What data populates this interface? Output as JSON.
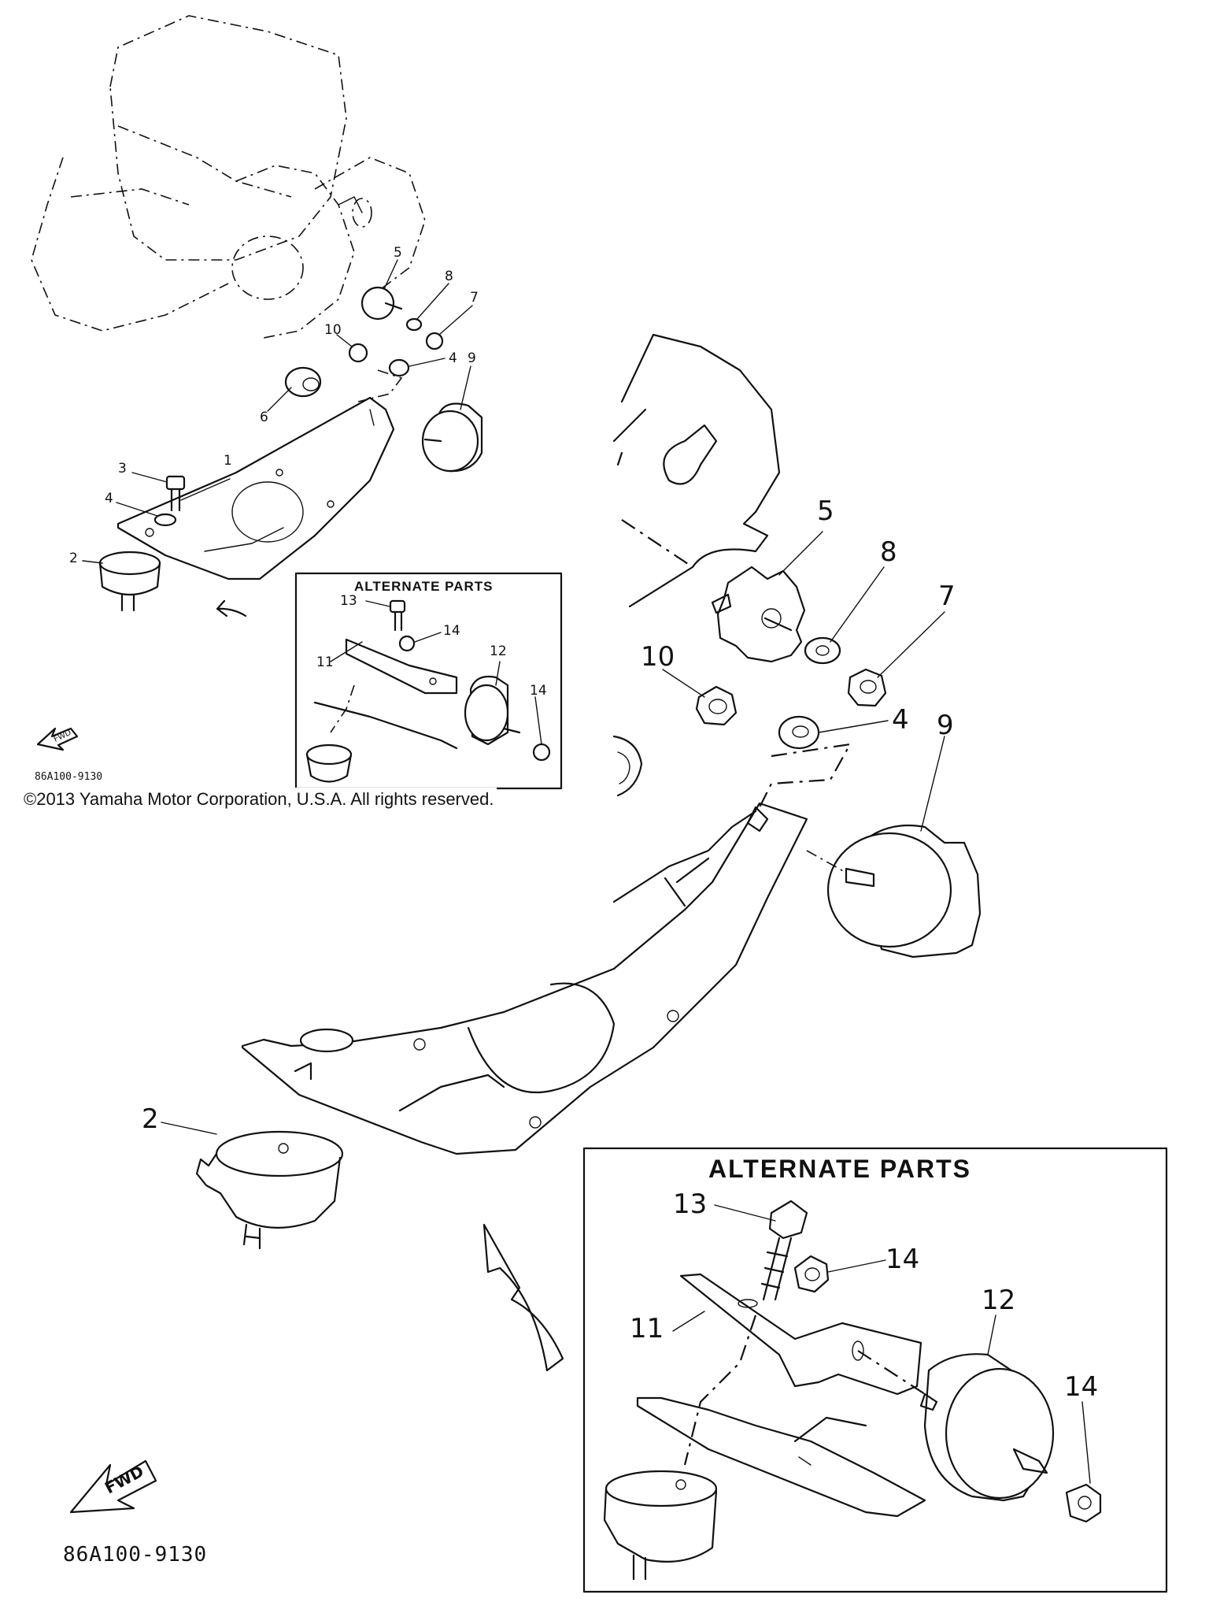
{
  "diagram": {
    "copyright": "©2013 Yamaha Motor Corporation, U.S.A. All rights reserved.",
    "diagram_code": "86A100-9130",
    "fwd_label": "FWD",
    "alternate_parts_title": "ALTERNATE PARTS",
    "callouts": {
      "p1": "1",
      "p2": "2",
      "p3": "3",
      "p4": "4",
      "p5": "5",
      "p6": "6",
      "p7": "7",
      "p8": "8",
      "p9": "9",
      "p10": "10",
      "p11": "11",
      "p12": "12",
      "p13": "13",
      "p14": "14"
    }
  }
}
